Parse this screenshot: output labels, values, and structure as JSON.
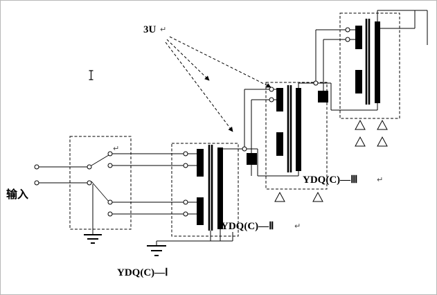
{
  "colors": {
    "ink": "#000000",
    "paper": "#ffffff"
  },
  "callout": {
    "label": "3U"
  },
  "input": {
    "label": "输入"
  },
  "transformers": [
    {
      "label": "YDQ(C)—Ⅰ"
    },
    {
      "label": "YDQ(C)—Ⅱ"
    },
    {
      "label": "YDQ(C)—Ⅲ"
    }
  ],
  "marks": {
    "return_mark": "↵"
  }
}
